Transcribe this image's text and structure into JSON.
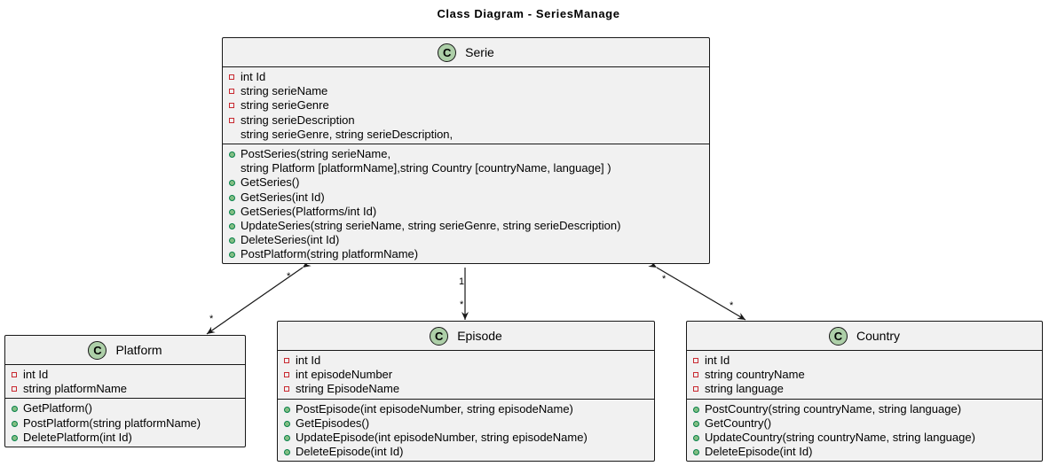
{
  "title": "Class Diagram - SeriesManage",
  "classes": {
    "serie": {
      "name": "Serie",
      "badge": "C",
      "attributes": [
        {
          "vis": "private",
          "text": "int Id"
        },
        {
          "vis": "private",
          "text": "string serieName"
        },
        {
          "vis": "private",
          "text": "string serieGenre"
        },
        {
          "vis": "private",
          "text": "string serieDescription"
        },
        {
          "vis": "none",
          "text": "string serieGenre, string serieDescription,"
        }
      ],
      "methods": [
        {
          "vis": "public",
          "text": "PostSeries(string serieName,"
        },
        {
          "vis": "none",
          "text": "string Platform [platformName],string Country [countryName, language] )"
        },
        {
          "vis": "public",
          "text": "GetSeries()"
        },
        {
          "vis": "public",
          "text": "GetSeries(int Id)"
        },
        {
          "vis": "public",
          "text": "GetSeries(Platforms/int Id)"
        },
        {
          "vis": "public",
          "text": "UpdateSeries(string serieName, string serieGenre, string serieDescription)"
        },
        {
          "vis": "public",
          "text": "DeleteSeries(int Id)"
        },
        {
          "vis": "public",
          "text": "PostPlatform(string platformName)"
        }
      ]
    },
    "platform": {
      "name": "Platform",
      "badge": "C",
      "attributes": [
        {
          "vis": "private",
          "text": "int Id"
        },
        {
          "vis": "private",
          "text": "string platformName"
        }
      ],
      "methods": [
        {
          "vis": "public",
          "text": "GetPlatform()"
        },
        {
          "vis": "public",
          "text": "PostPlatform(string platformName)"
        },
        {
          "vis": "public",
          "text": "DeletePlatform(int Id)"
        }
      ]
    },
    "episode": {
      "name": "Episode",
      "badge": "C",
      "attributes": [
        {
          "vis": "private",
          "text": "int Id"
        },
        {
          "vis": "private",
          "text": "int episodeNumber"
        },
        {
          "vis": "private",
          "text": "string EpisodeName"
        }
      ],
      "methods": [
        {
          "vis": "public",
          "text": "PostEpisode(int episodeNumber, string episodeName)"
        },
        {
          "vis": "public",
          "text": "GetEpisodes()"
        },
        {
          "vis": "public",
          "text": "UpdateEpisode(int episodeNumber, string episodeName)"
        },
        {
          "vis": "public",
          "text": "DeleteEpisode(int Id)"
        }
      ]
    },
    "country": {
      "name": "Country",
      "badge": "C",
      "attributes": [
        {
          "vis": "private",
          "text": "int Id"
        },
        {
          "vis": "private",
          "text": "string countryName"
        },
        {
          "vis": "private",
          "text": "string language"
        }
      ],
      "methods": [
        {
          "vis": "public",
          "text": "PostCountry(string countryName, string language)"
        },
        {
          "vis": "public",
          "text": "GetCountry()"
        },
        {
          "vis": "public",
          "text": "UpdateCountry(string countryName, string language)"
        },
        {
          "vis": "public",
          "text": "DeleteEpisode(int Id)"
        }
      ]
    }
  },
  "relations": [
    {
      "from": "serie",
      "to": "platform",
      "from_mult": "*",
      "to_mult": "*",
      "arrows": "both"
    },
    {
      "from": "serie",
      "to": "episode",
      "from_mult": "1",
      "to_mult": "*",
      "arrows": "to"
    },
    {
      "from": "serie",
      "to": "country",
      "from_mult": "*",
      "to_mult": "*",
      "arrows": "both"
    }
  ],
  "colors": {
    "class_fill": "#f1f1f1",
    "border": "#181818",
    "badge_fill": "#adcfa8",
    "private_marker": "#c82930",
    "public_marker": "#84be84"
  }
}
